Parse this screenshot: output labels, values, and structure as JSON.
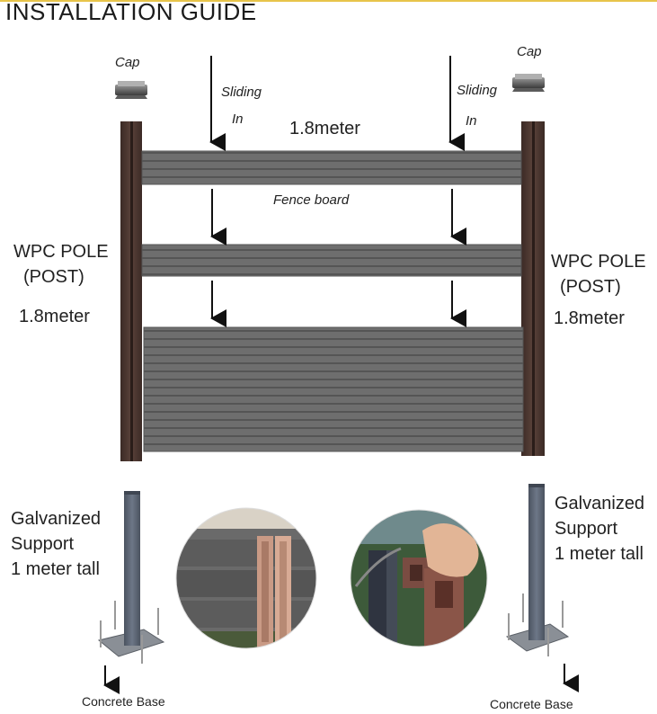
{
  "title": "INSTALLATION GUIDE",
  "cap_left": "Cap",
  "cap_right": "Cap",
  "sliding_left": "Sliding",
  "in_left": "In",
  "sliding_right": "Sliding",
  "in_right": "In",
  "width_label": "1.8meter",
  "fence_board_label": "Fence board",
  "pole_left": {
    "line1": "WPC POLE",
    "line2": "(POST)",
    "height": "1.8meter"
  },
  "pole_right": {
    "line1": "WPC POLE",
    "line2": "(POST)",
    "height": "1.8meter"
  },
  "support_left": {
    "line1": "Galvanized",
    "line2": "Support",
    "line3": "1 meter tall"
  },
  "support_right": {
    "line1": "Galvanized",
    "line2": "Support",
    "line3": "1 meter tall"
  },
  "base_left": "Concrete Base",
  "base_right": "Concrete Base",
  "colors": {
    "board": "#6f6f6f",
    "post": "#4a3630",
    "support": "#5b6573",
    "composite": "#c99a85",
    "accent": "#e8c44a"
  }
}
